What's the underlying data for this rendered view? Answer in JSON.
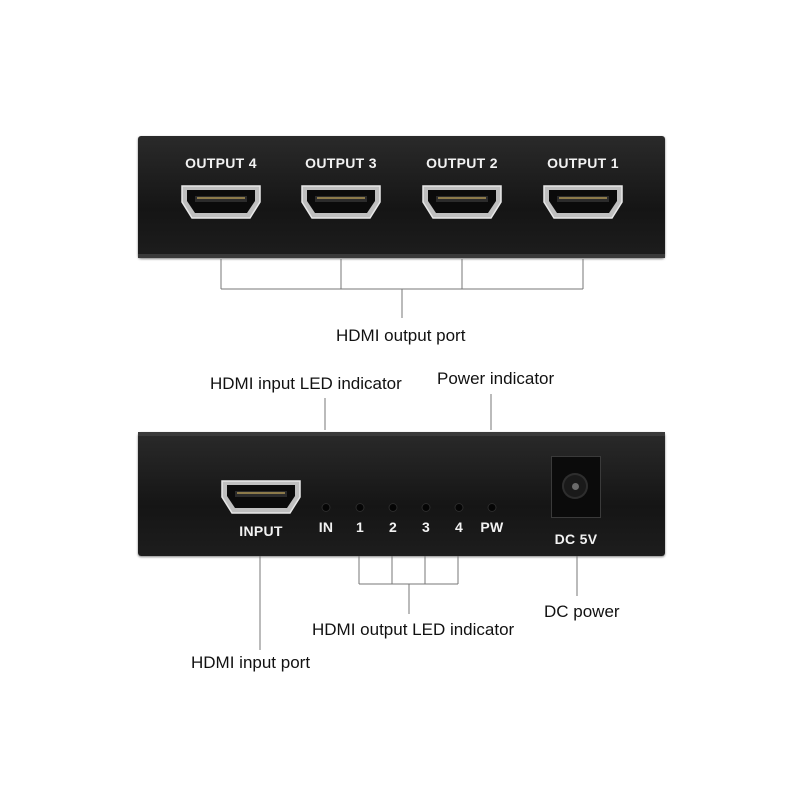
{
  "front_panel": {
    "ports": [
      {
        "label": "OUTPUT 4"
      },
      {
        "label": "OUTPUT 3"
      },
      {
        "label": "OUTPUT 2"
      },
      {
        "label": "OUTPUT 1"
      }
    ]
  },
  "back_panel": {
    "input_label": "INPUT",
    "leds": [
      "IN",
      "1",
      "2",
      "3",
      "4",
      "PW"
    ],
    "dc_label": "DC 5V"
  },
  "callouts": {
    "hdmi_output_port": "HDMI output port",
    "hdmi_input_led": "HDMI input LED indicator",
    "power_indicator": "Power indicator",
    "hdmi_output_led": "HDMI output LED indicator",
    "dc_power": "DC power",
    "hdmi_input_port": "HDMI input port"
  }
}
